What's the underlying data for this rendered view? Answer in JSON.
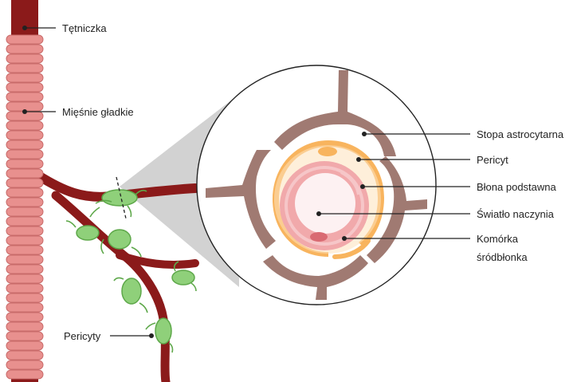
{
  "labels": {
    "artery": "Tętniczka",
    "smooth_muscle": "Mięśnie gładkie",
    "pericytes": "Pericyty",
    "astrocyte_foot": "Stopa astrocytarna",
    "pericyte": "Pericyt",
    "basement_membrane": "Błona podstawna",
    "lumen": "Światło naczynia",
    "endothelial_line1": "Komórka",
    "endothelial_line2": "śródbłonka"
  },
  "colors": {
    "vessel": "#8b1a1a",
    "vessel_dark": "#6e1212",
    "smooth_muscle": "#e8908e",
    "smooth_muscle_edge": "#c96b6a",
    "pericyte_green": "#8fd07a",
    "pericyte_green_edge": "#5ea84a",
    "astrocyte": "#a07a72",
    "pericyte_orange": "#f8b45e",
    "pericyte_orange_fill": "#fde2bb",
    "basement": "#f1a9ab",
    "endothelium": "#f6c6c8",
    "lumen": "#fdf1f2",
    "zoom_cone": "#d2d2d2"
  }
}
